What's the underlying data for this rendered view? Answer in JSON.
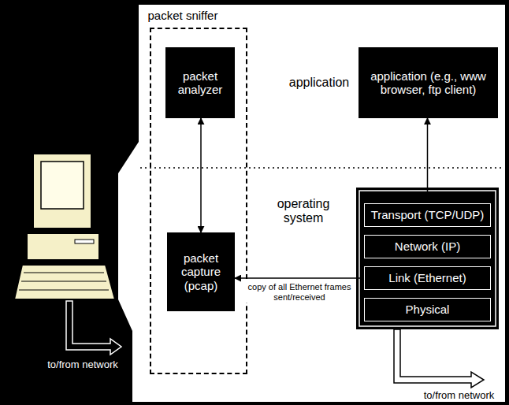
{
  "diagram": {
    "nodes": [
      {
        "text": [
          "packet sniffer"
        ]
      },
      {
        "text": [
          "packet analyzer"
        ],
        "in": 0
      },
      {
        "text": [
          "application (e.g., www browser, ftp client)"
        ]
      },
      {
        "text": [
          "packet capture (pcap)"
        ],
        "in": 0
      },
      {
        "text": [
          "Transport (TCP/UDP)"
        ]
      },
      {
        "text": [
          "Network (IP)"
        ]
      },
      {
        "text": [
          "Link (Ethernet)"
        ]
      },
      {
        "text": [
          "Physical"
        ]
      }
    ],
    "edges": [
      {
        "from": 1,
        "to": 3,
        "arrow": "both"
      },
      {
        "from": 6,
        "to": 3,
        "label": "copy of all Ethernet frames sent/received",
        "arrow": "to"
      },
      {
        "from": 4,
        "to": 2,
        "arrow": "to"
      }
    ],
    "labels": [
      "application",
      "operating system",
      "to/from network",
      "to/from network"
    ]
  }
}
